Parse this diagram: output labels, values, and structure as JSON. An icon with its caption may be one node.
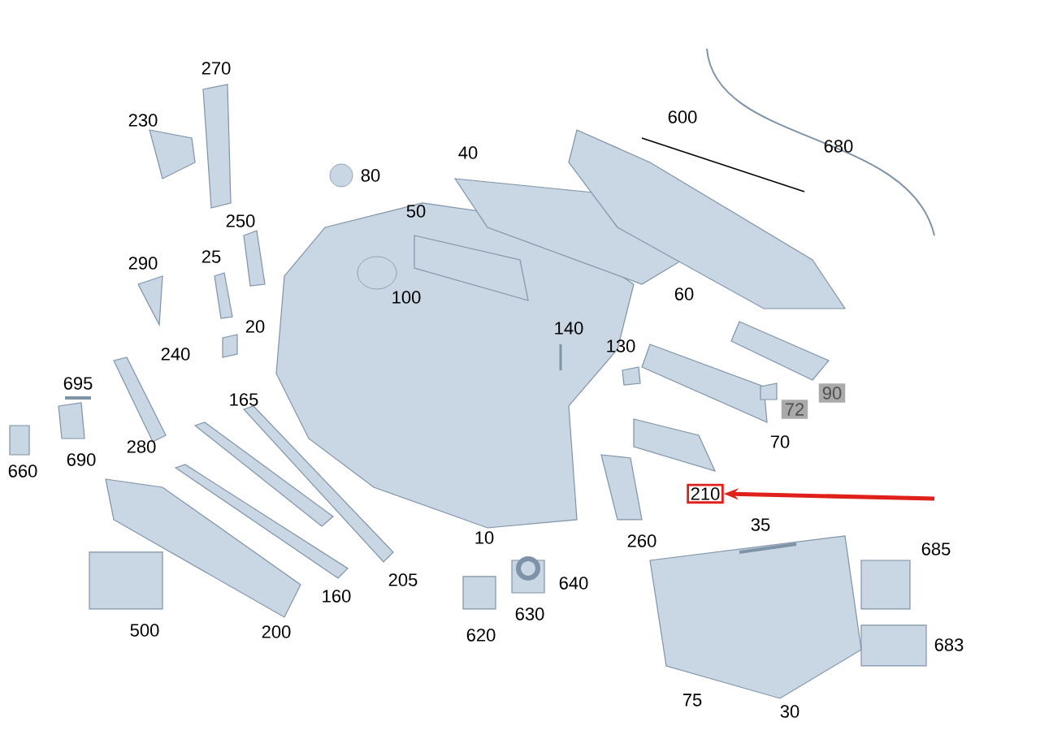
{
  "diagram": {
    "nodes": [
      {
        "text": [
          "90"
        ]
      },
      {
        "text": [
          "72"
        ]
      },
      {
        "text": [
          "210"
        ]
      }
    ],
    "edges": [
      {
        "from": null,
        "to": 2,
        "arrow": "to",
        "color": "#e0201a"
      }
    ],
    "labels": [
      "270",
      "600",
      "230",
      "680",
      "40",
      "80",
      "50",
      "250",
      "25",
      "290",
      "60",
      "100",
      "20",
      "140",
      "130",
      "240",
      "695",
      "165",
      "70",
      "690",
      "660",
      "280",
      "35",
      "10",
      "260",
      "685",
      "205",
      "640",
      "630",
      "160",
      "500",
      "200",
      "620",
      "683",
      "75",
      "30"
    ]
  }
}
